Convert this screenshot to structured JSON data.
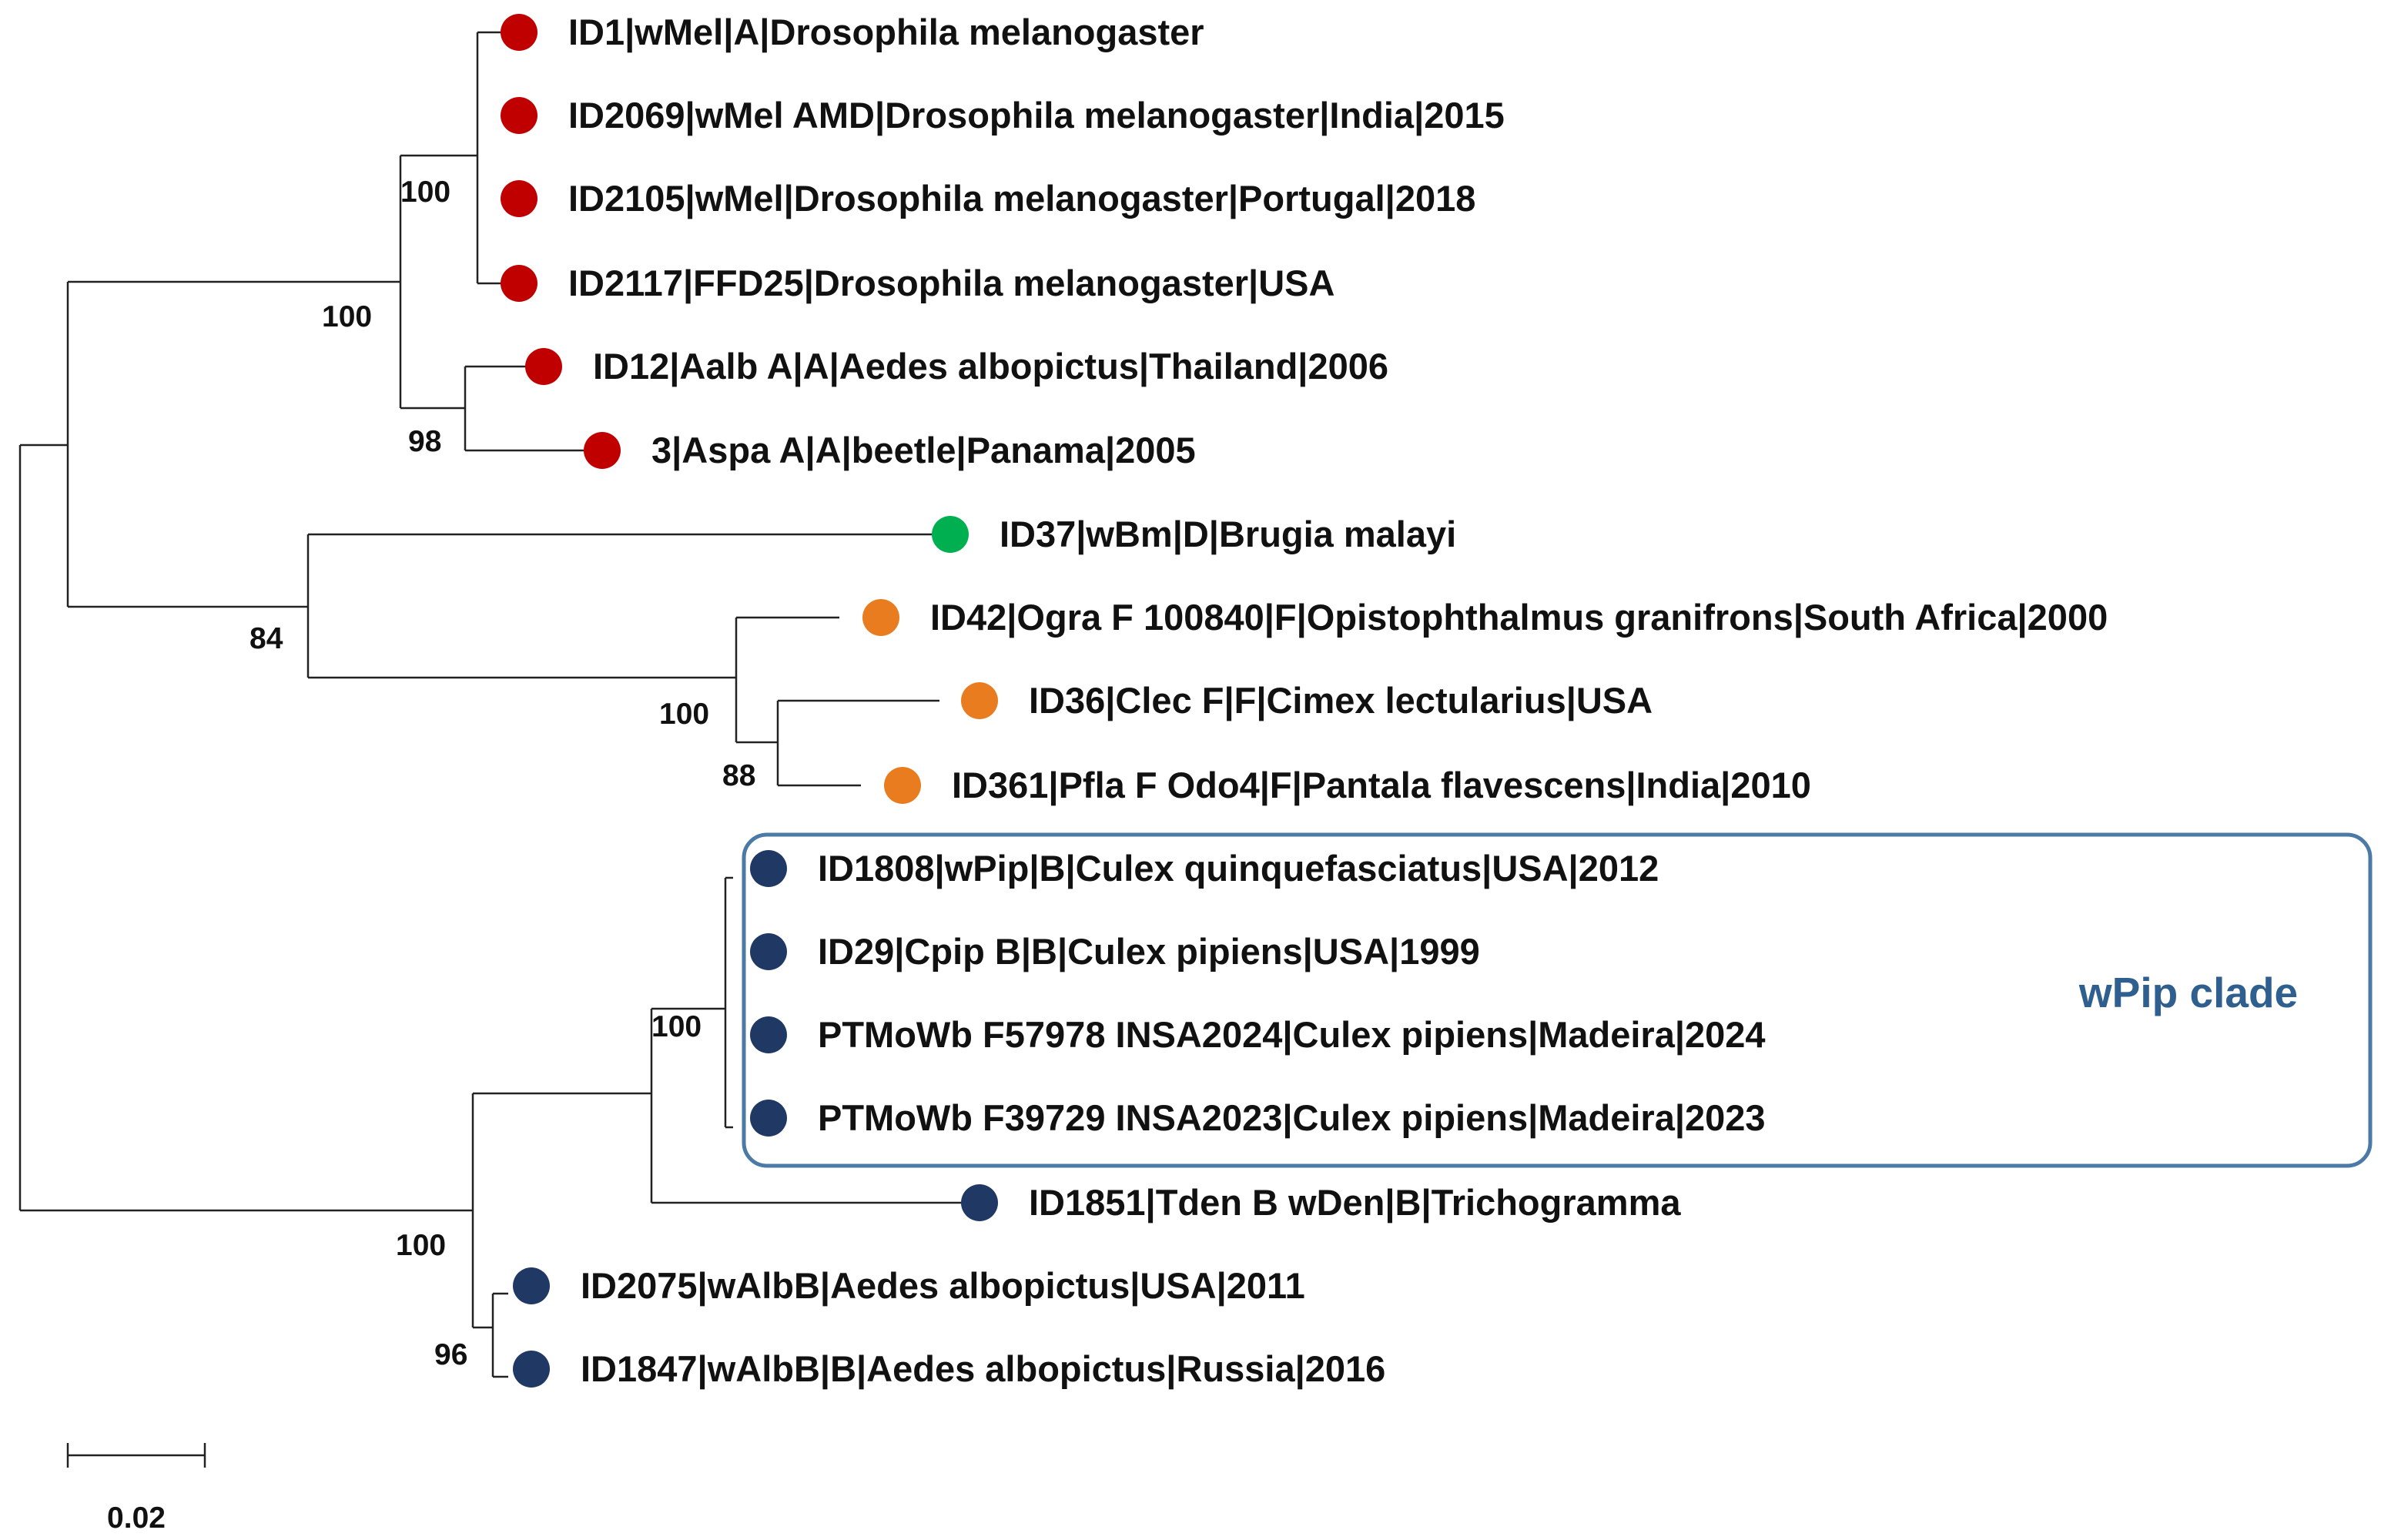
{
  "colors": {
    "A": "#c00000",
    "D": "#00b050",
    "F": "#e97c1f",
    "B": "#1f3864",
    "clade_box": "#4a7aa5",
    "clade_label": "#2e5f8f"
  },
  "taxa": [
    {
      "id": "t1",
      "label": "ID1|wMel|A|Drosophila melanogaster",
      "group": "A"
    },
    {
      "id": "t2",
      "label": "ID2069|wMel AMD|Drosophila melanogaster|India|2015",
      "group": "A"
    },
    {
      "id": "t3",
      "label": "ID2105|wMel|Drosophila melanogaster|Portugal|2018",
      "group": "A"
    },
    {
      "id": "t4",
      "label": "ID2117|FFD25|Drosophila melanogaster|USA",
      "group": "A"
    },
    {
      "id": "t5",
      "label": "ID12|Aalb A|A|Aedes albopictus|Thailand|2006",
      "group": "A"
    },
    {
      "id": "t6",
      "label": "3|Aspa A|A|beetle|Panama|2005",
      "group": "A"
    },
    {
      "id": "t7",
      "label": "ID37|wBm|D|Brugia malayi",
      "group": "D"
    },
    {
      "id": "t8",
      "label": "ID42|Ogra F 100840|F|Opistophthalmus granifrons|South Africa|2000",
      "group": "F"
    },
    {
      "id": "t9",
      "label": "ID36|Clec F|F|Cimex lectularius|USA",
      "group": "F"
    },
    {
      "id": "t10",
      "label": "ID361|Pfla F Odo4|F|Pantala flavescens|India|2010",
      "group": "F"
    },
    {
      "id": "t11",
      "label": "ID1808|wPip|B|Culex quinquefasciatus|USA|2012",
      "group": "B"
    },
    {
      "id": "t12",
      "label": "ID29|Cpip B|B|Culex pipiens|USA|1999",
      "group": "B"
    },
    {
      "id": "t13",
      "label": "PTMoWb F57978 INSA2024|Culex pipiens|Madeira|2024",
      "group": "B"
    },
    {
      "id": "t14",
      "label": "PTMoWb F39729 INSA2023|Culex pipiens|Madeira|2023",
      "group": "B"
    },
    {
      "id": "t15",
      "label": "ID1851|Tden B wDen|B|Trichogramma",
      "group": "B"
    },
    {
      "id": "t16",
      "label": "ID2075|wAlbB|Aedes albopictus|USA|2011",
      "group": "B"
    },
    {
      "id": "t17",
      "label": "ID1847|wAlbB|B|Aedes albopictus|Russia|2016",
      "group": "B"
    }
  ],
  "support_values": [
    "100",
    "100",
    "98",
    "84",
    "100",
    "88",
    "100",
    "100",
    "96"
  ],
  "clade": {
    "label": "wPip clade"
  },
  "scale_bar": {
    "label": "0.02"
  }
}
